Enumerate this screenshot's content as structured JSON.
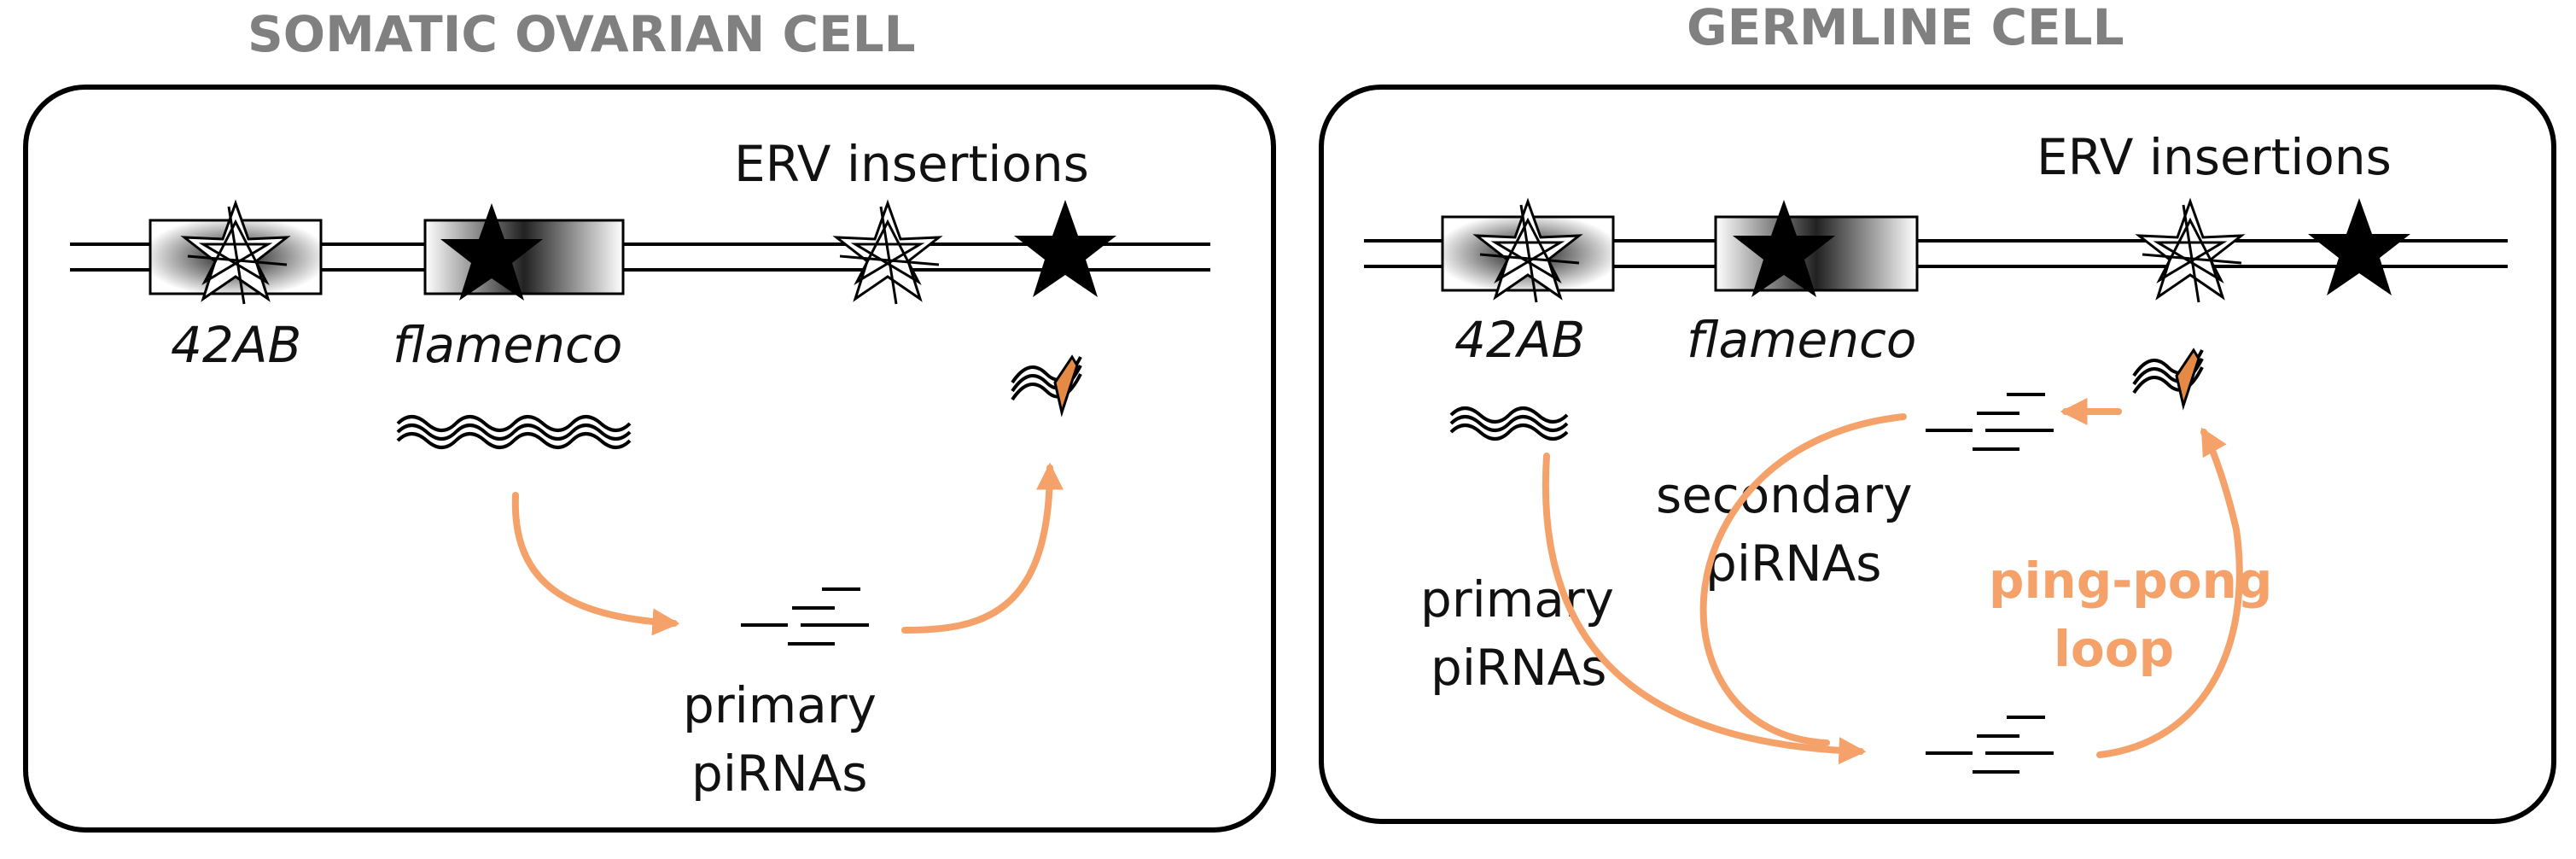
{
  "colors": {
    "arrow": "#f5a26a",
    "arrow_dark": "#e58a44",
    "title": "#808080",
    "ink": "#000000"
  },
  "panels": {
    "somatic": {
      "title": "SOMATIC OVARIAN CELL",
      "erv_label": "ERV insertions",
      "locus_42ab": "42AB",
      "locus_flamenco": "flamenco",
      "primary_line1": "primary",
      "primary_line2": "piRNAs"
    },
    "germline": {
      "title": "GERMLINE CELL",
      "erv_label": "ERV insertions",
      "locus_42ab": "42AB",
      "locus_flamenco": "flamenco",
      "secondary_line1": "secondary",
      "secondary_line2": "piRNAs",
      "primary_line1": "primary",
      "primary_line2": "piRNAs",
      "loop_line1": "ping-pong",
      "loop_line2": "loop"
    }
  },
  "icons": {
    "outline_star": "outline-star-icon",
    "solid_star": "solid-star-icon",
    "transcript": "wavy-transcript-icon",
    "cleaved_transcript": "cleaved-transcript-icon"
  }
}
